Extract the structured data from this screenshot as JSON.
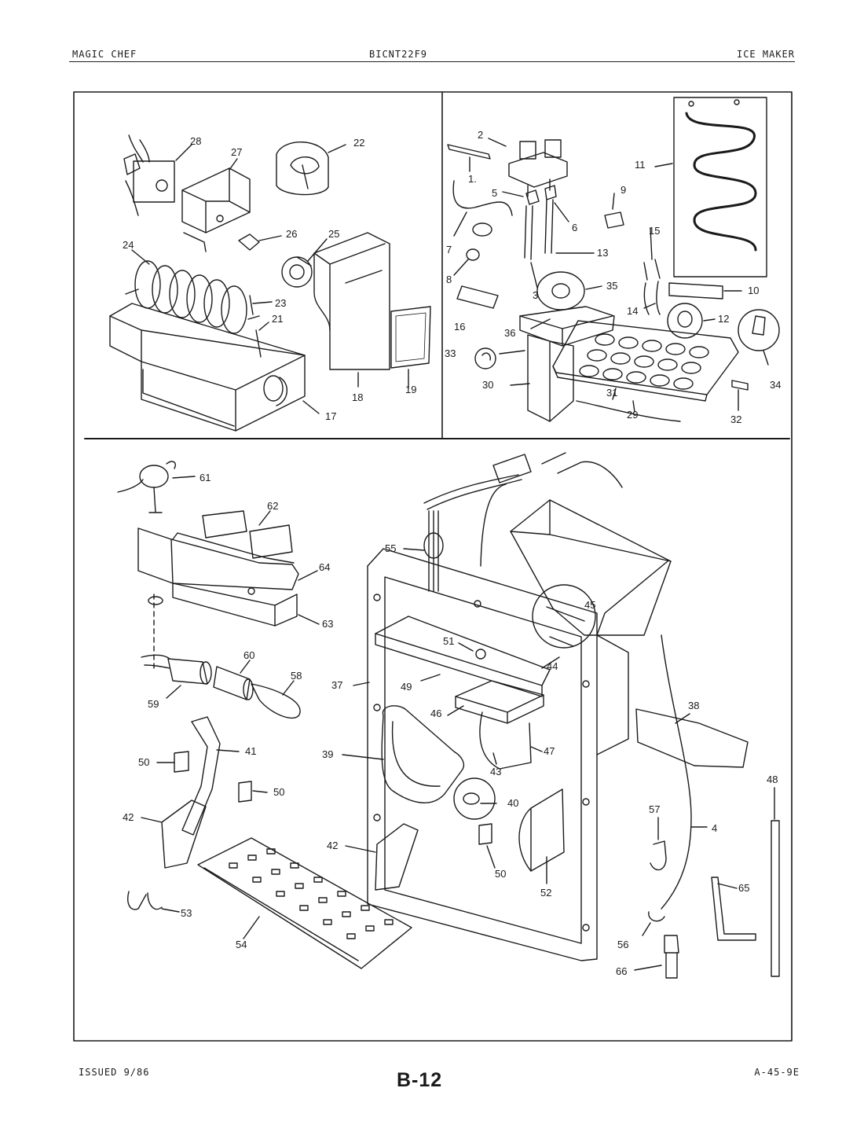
{
  "header": {
    "brand": "MAGIC CHEF",
    "model": "BICNT22F9",
    "section": "ICE MAKER"
  },
  "footer": {
    "issued": "ISSUED 9/86",
    "page_number": "B-12",
    "drawing_code": "A-45-9E"
  },
  "parts": {
    "p1": "1.",
    "p2": "2",
    "p3": "3",
    "p4": "4",
    "p5": "5",
    "p6": "6",
    "p7": "7",
    "p8": "8",
    "p9": "9",
    "p10": "10",
    "p11": "11",
    "p12": "12",
    "p13": "13",
    "p14": "14",
    "p15": "15",
    "p16": "16",
    "p17": "17",
    "p18": "18",
    "p19": "19",
    "p21": "21",
    "p22": "22",
    "p23": "23",
    "p24": "24",
    "p25": "25",
    "p26": "26",
    "p27": "27",
    "p28": "28",
    "p29": "29",
    "p30": "30",
    "p31": "31",
    "p32": "32",
    "p33": "33",
    "p34": "34",
    "p35": "35",
    "p36": "36",
    "p37": "37",
    "p38": "38",
    "p39": "39",
    "p40": "40",
    "p41": "41",
    "p42a": "42",
    "p42b": "42",
    "p43": "43",
    "p44": "44",
    "p45": "45",
    "p46": "46",
    "p47": "47",
    "p48": "48",
    "p49": "49",
    "p50a": "50",
    "p50b": "50",
    "p50c": "50",
    "p51": "51",
    "p52": "52",
    "p53": "53",
    "p54": "54",
    "p55": "55",
    "p56": "56",
    "p57": "57",
    "p58": "58",
    "p59": "59",
    "p60": "60",
    "p61": "61",
    "p62": "62",
    "p63": "63",
    "p64": "64",
    "p65": "65",
    "p66": "66"
  }
}
